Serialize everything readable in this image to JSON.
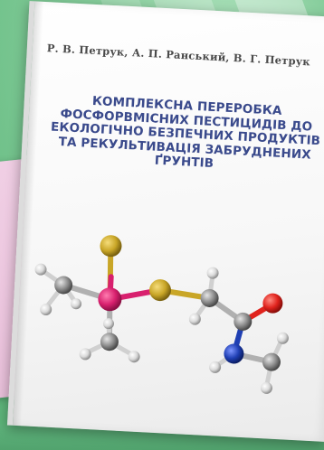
{
  "book": {
    "authors": "Р. В. Петрук, А. П. Ранський, В. Г. Петрук",
    "title_lines": [
      "КОМПЛЕКСНА ПЕРЕРОБКА",
      "ФОСФОРВМІСНИХ ПЕСТИЦИДІВ ДО",
      "ЕКОЛОГІЧНО БЕЗПЕЧНИХ ПРОДУКТІВ",
      "ТА РЕКУЛЬТИВАЦІЯ ЗАБРУДНЕНИХ",
      "ҐРУНТІВ"
    ]
  },
  "colors": {
    "title": "#3a4a8c",
    "authors": "#4a4a4a",
    "background": "#6fc18a",
    "phosphorus_atom": "#d8206e",
    "sulfur_atom": "#c9a627",
    "oxygen_atom": "#e0231d",
    "nitrogen_atom": "#1f3fb3",
    "carbon_atom": "#8c8c8c",
    "hydrogen_atom": "#d9d9d9"
  }
}
